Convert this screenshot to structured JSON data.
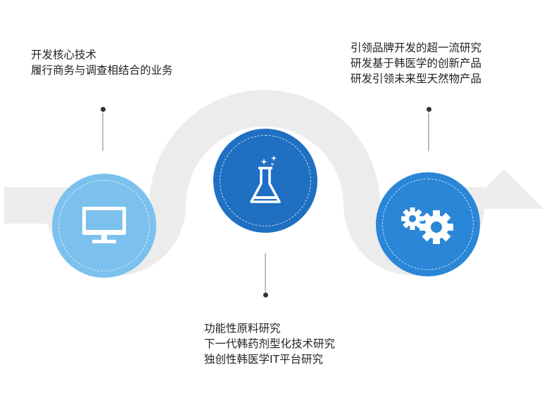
{
  "steps": [
    {
      "name": "step-1",
      "lines": [
        "开发核心技术",
        "履行商务与调查相结合的业务"
      ],
      "icon": "monitor-icon",
      "color": "#7cc1ee"
    },
    {
      "name": "step-2",
      "lines": [
        "功能性原料研究",
        "下一代韩药剂型化技术研究",
        "独创性韩医学IT平台研究"
      ],
      "icon": "flask-icon",
      "color": "#1f6fc2"
    },
    {
      "name": "step-3",
      "lines": [
        "引领品牌开发的超一流研究",
        "研发基于韩医学的创新产品",
        "研发引领未来型天然物产品"
      ],
      "icon": "gears-icon",
      "color": "#2a86d6"
    }
  ],
  "colors": {
    "band": "#ececec",
    "band_edge": "#e2e2e2",
    "text": "#222222",
    "dot": "#333333",
    "leader": "#bdbdbd"
  }
}
